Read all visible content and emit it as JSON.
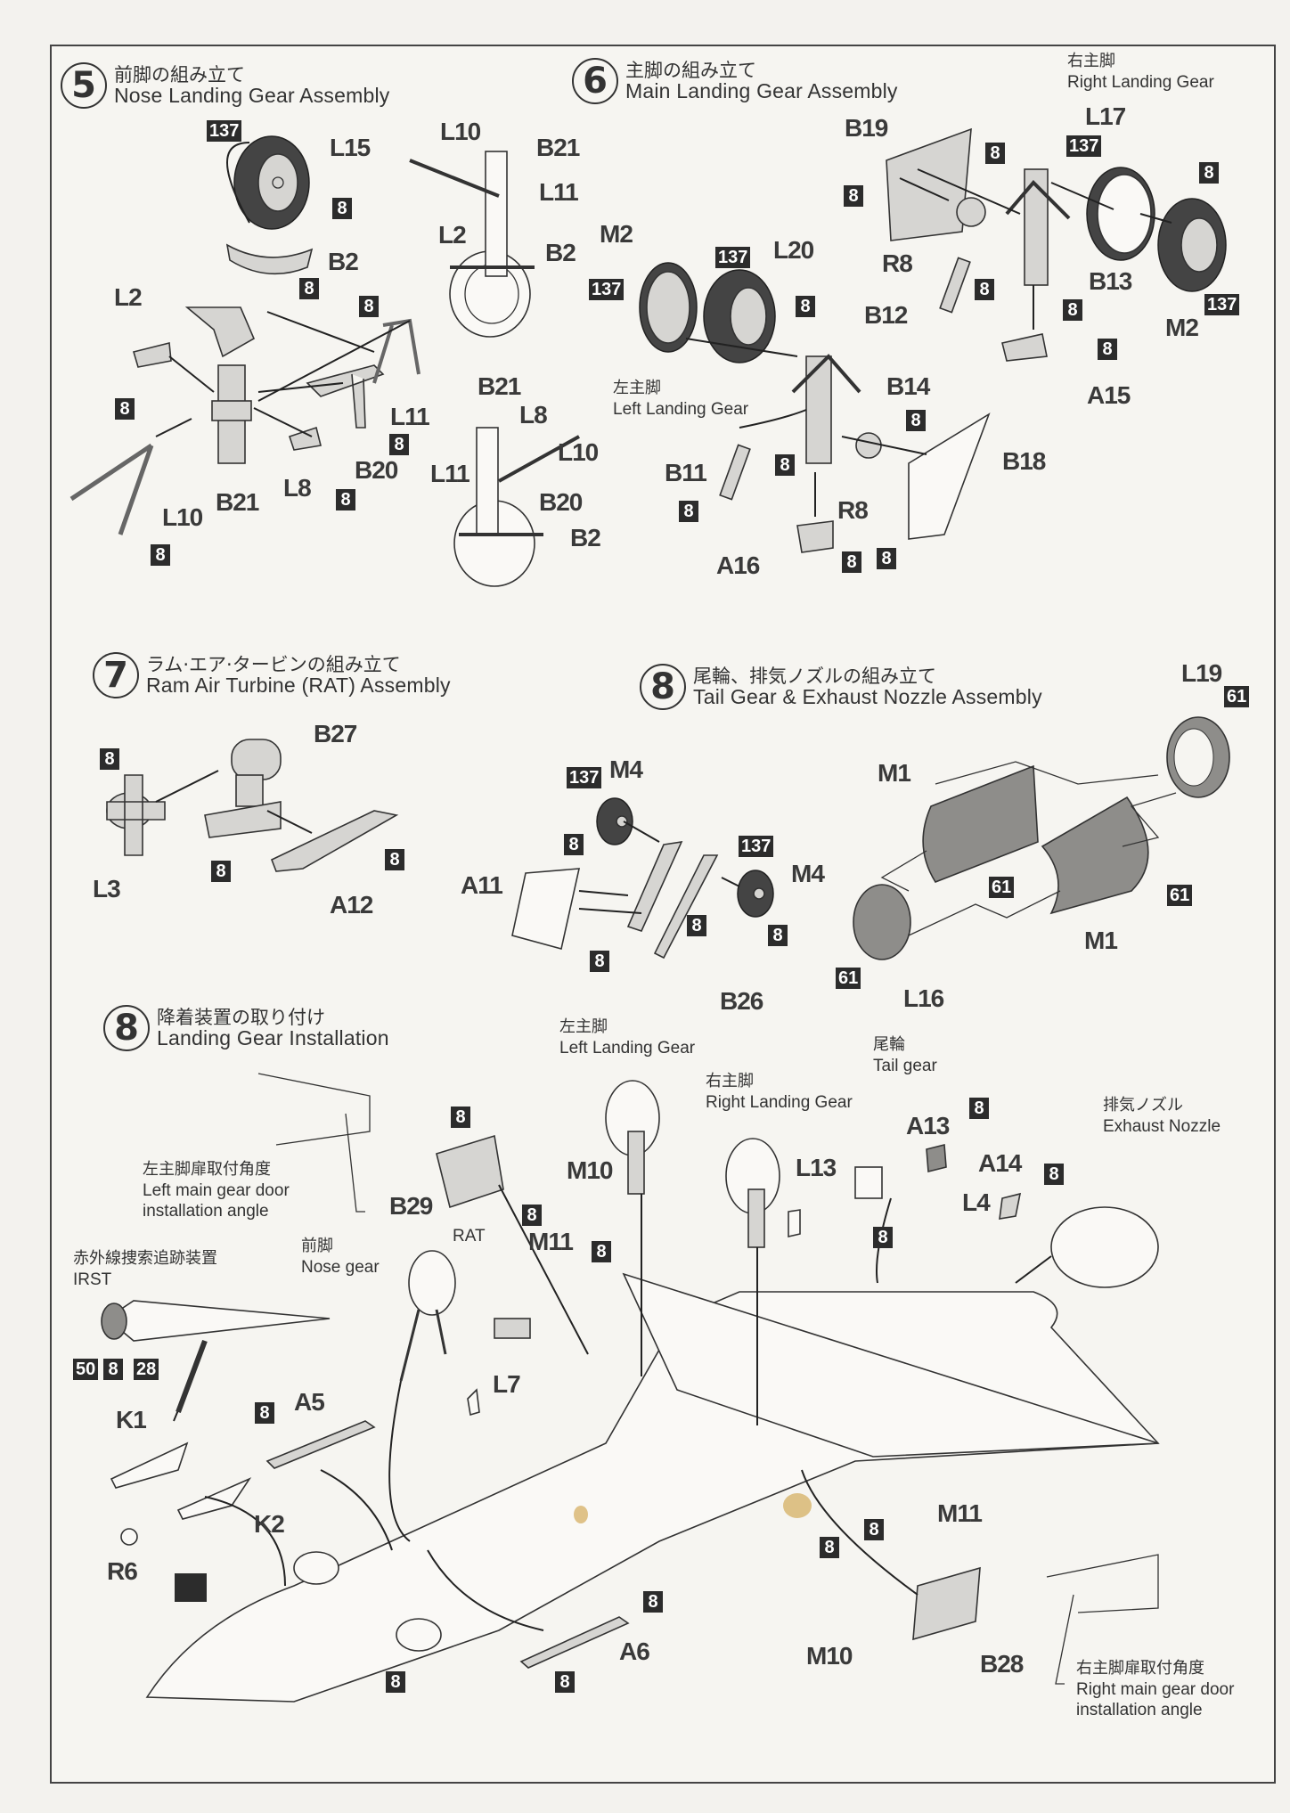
{
  "page": {
    "steps": [
      {
        "number": "5",
        "title_jp": "前脚の組み立て",
        "title_en": "Nose Landing Gear Assembly"
      },
      {
        "number": "6",
        "title_jp": "主脚の組み立て",
        "title_en": "Main Landing Gear Assembly"
      },
      {
        "number": "7",
        "title_jp": "ラム·エア·タービンの組み立て",
        "title_en": "Ram Air Turbine (RAT) Assembly"
      },
      {
        "number": "8",
        "title_jp": "尾輪、排気ノズルの組み立て",
        "title_en": "Tail Gear & Exhaust Nozzle Assembly"
      },
      {
        "number": "8",
        "title_jp": "降着装置の取り付け",
        "title_en": "Landing Gear Installation"
      }
    ],
    "notes": {
      "right_gear_top": {
        "jp": "右主脚",
        "en": "Right Landing Gear"
      },
      "left_gear_top": {
        "jp": "左主脚",
        "en": "Left Landing Gear"
      },
      "left_door_angle": {
        "jp": "左主脚扉取付角度",
        "en1": "Left main gear door",
        "en2": "installation angle"
      },
      "irst": {
        "jp": "赤外線捜索追跡装置",
        "en": "IRST"
      },
      "nose_gear": {
        "jp": "前脚",
        "en": "Nose gear"
      },
      "rat": {
        "en": "RAT"
      },
      "left_gear_inst": {
        "jp": "左主脚",
        "en": "Left Landing Gear"
      },
      "right_gear_inst": {
        "jp": "右主脚",
        "en": "Right Landing Gear"
      },
      "tail_gear": {
        "jp": "尾輪",
        "en": "Tail gear"
      },
      "exhaust": {
        "jp": "排気ノズル",
        "en": "Exhaust Nozzle"
      },
      "right_door_angle": {
        "jp": "右主脚扉取付角度",
        "en1": "Right main gear door",
        "en2": "installation angle"
      }
    },
    "part_labels": {
      "s5": [
        "L15",
        "B2",
        "L2",
        "L11",
        "B20",
        "L10",
        "B21",
        "L8",
        "L10",
        "B21",
        "L11",
        "L2",
        "B2",
        "B21",
        "L8",
        "L10",
        "L11",
        "B20",
        "B2"
      ],
      "s6": [
        "B19",
        "L17",
        "M2",
        "L20",
        "B14",
        "B11",
        "R8",
        "A16",
        "B18",
        "R8",
        "B12",
        "B13",
        "A15",
        "M2"
      ],
      "s7": [
        "B27",
        "L3",
        "A12"
      ],
      "s8a": [
        "M4",
        "M4",
        "A11",
        "B26",
        "L19",
        "M1",
        "M1",
        "L16"
      ],
      "s8b": [
        "B29",
        "M10",
        "M11",
        "A13",
        "A14",
        "L13",
        "L4",
        "K1",
        "K2",
        "R6",
        "A5",
        "L7",
        "A6",
        "M11",
        "M10",
        "B28"
      ]
    },
    "paint_codes": {
      "s5": [
        "137",
        "8",
        "8",
        "8",
        "8",
        "8",
        "8",
        "8",
        "8"
      ],
      "s6": [
        "8",
        "137",
        "8",
        "8",
        "137",
        "137",
        "8",
        "8",
        "8",
        "8",
        "8",
        "8",
        "8",
        "8",
        "8",
        "8",
        "137"
      ],
      "s7": [
        "8",
        "8",
        "8"
      ],
      "s8a": [
        "137",
        "8",
        "137",
        "8",
        "8",
        "8",
        "61",
        "61",
        "61",
        "61"
      ],
      "s8b": [
        "8",
        "8",
        "8",
        "8",
        "8",
        "8",
        "50",
        "8",
        "28",
        "8",
        "8",
        "8",
        "8",
        "8",
        "8"
      ]
    }
  }
}
